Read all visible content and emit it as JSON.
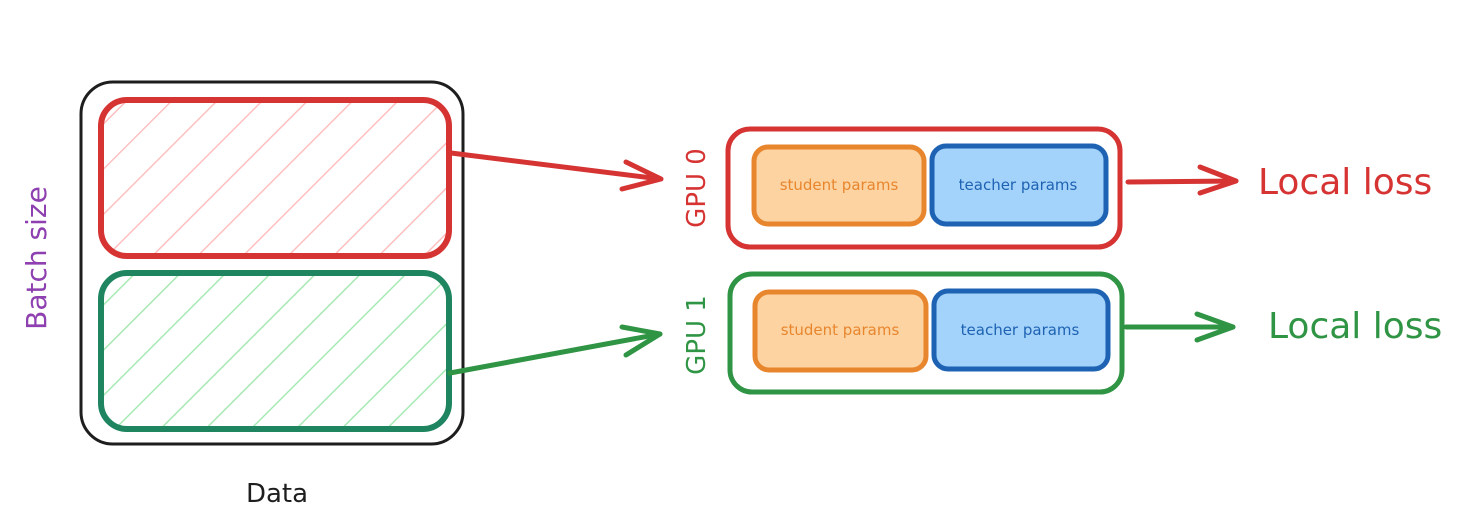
{
  "labels": {
    "batch_size": "Batch size",
    "data": "Data",
    "gpu0": "GPU 0",
    "gpu1": "GPU 1",
    "student": "student params",
    "teacher": "teacher params",
    "local_loss_0": "Local loss",
    "local_loss_1": "Local loss"
  },
  "colors": {
    "red": "#d63333",
    "red_fill": "#ffc0c0",
    "green_dark": "#1e8560",
    "green": "#2f9444",
    "green_fill": "#a8ebb4",
    "orange": "#e8862e",
    "orange_fill": "#fcd3a1",
    "blue": "#1e63b3",
    "blue_fill": "#a3d2fa",
    "purple": "#8e3fb0",
    "black": "#1e1e1e"
  }
}
